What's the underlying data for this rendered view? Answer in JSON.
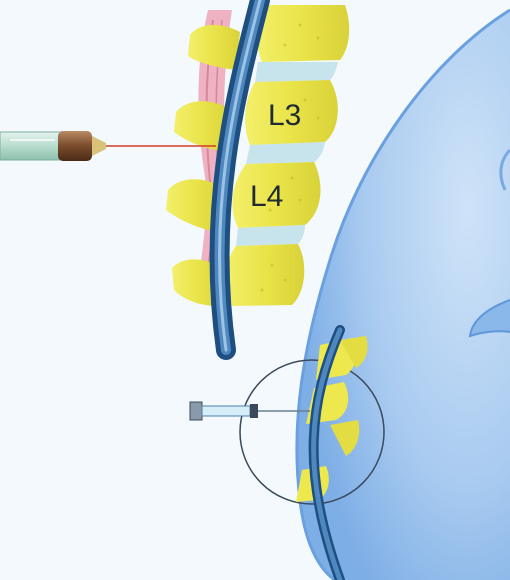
{
  "labels": {
    "upper_vertebra": "L3",
    "lower_vertebra": "L4"
  },
  "colors": {
    "background": "#f3f9fc",
    "body_blue": "#9fc6ef",
    "body_edge": "#5f97d8",
    "vertebra_yellow": "#ece84e",
    "disc_blue": "#bde0ea",
    "spinal_canal": "#245b8f",
    "muscle_pink": "#efb2c2",
    "syringe_green": "#bfe2d4",
    "needle_red": "#d23a2a"
  },
  "icons": [
    "large-syringe-icon",
    "small-syringe-icon",
    "magnifier-circle"
  ]
}
